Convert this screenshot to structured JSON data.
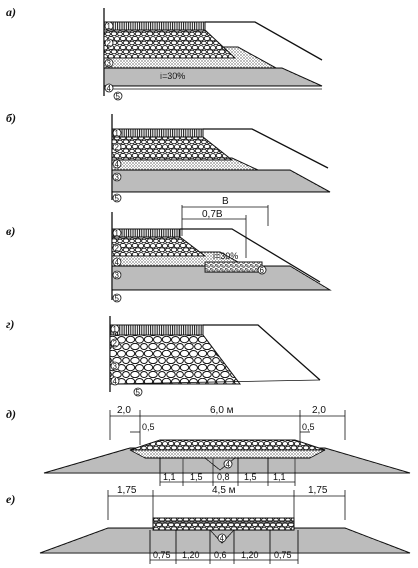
{
  "panels": [
    {
      "label": "а)",
      "markers": [
        "1",
        "2",
        "3",
        "4",
        "5"
      ],
      "slope_text": "i=30%"
    },
    {
      "label": "б)",
      "markers": [
        "1",
        "2",
        "3",
        "4",
        "5"
      ]
    },
    {
      "label": "в)",
      "markers": [
        "1",
        "2",
        "3",
        "4",
        "5",
        "6"
      ],
      "dim_top": "B",
      "dim_mid": "0,7B",
      "slope_text": "i=30%"
    },
    {
      "label": "г)",
      "markers": [
        "1",
        "2",
        "3",
        "4",
        "5"
      ]
    },
    {
      "label": "д)",
      "markers": [
        "4"
      ],
      "dims_top": [
        "2,0",
        "6,0 м",
        "2,0"
      ],
      "dims_small": [
        "0,5",
        "0,5"
      ],
      "dims_bottom": [
        "1,1",
        "1,5",
        "0,8",
        "1,5",
        "1,1"
      ]
    },
    {
      "label": "е)",
      "markers": [
        "4"
      ],
      "dims_top": [
        "1,75",
        "4,5 м",
        "1,75"
      ],
      "dims_bottom": [
        "0,75",
        "1,20",
        "0,6",
        "1,20",
        "0,75"
      ]
    }
  ]
}
